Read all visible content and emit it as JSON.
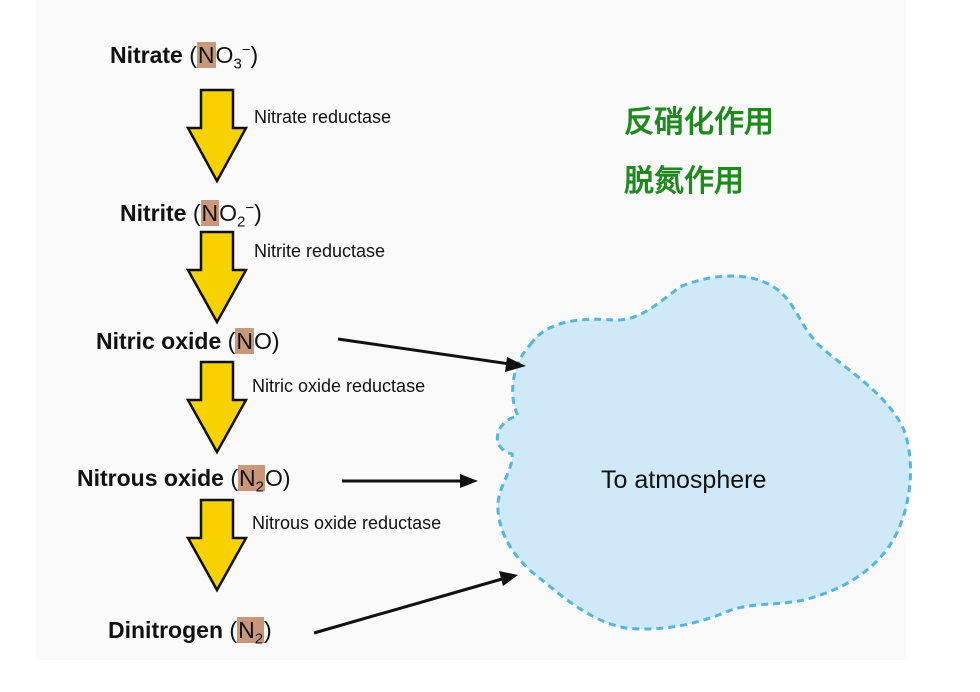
{
  "compounds": [
    {
      "name": "Nitrate",
      "open": "(",
      "n": "N",
      "rest": "O",
      "sub": "3",
      "sup": "−",
      "close": ")"
    },
    {
      "name": "Nitrite",
      "open": "(",
      "n": "N",
      "rest": "O",
      "sub": "2",
      "sup": "−",
      "close": ")"
    },
    {
      "name": "Nitric oxide",
      "open": "(",
      "n": "N",
      "rest": "O",
      "sub": "",
      "sup": "",
      "close": ")"
    },
    {
      "name": "Nitrous oxide",
      "open": "(",
      "n": "N",
      "sub": "2",
      "rest": "O",
      "close": ")"
    },
    {
      "name": "Dinitrogen",
      "open": "(",
      "n": "N",
      "sub": "2",
      "close": ")"
    }
  ],
  "enzymes": [
    "Nitrate  reductase",
    "Nitrite  reductase",
    "Nitric oxide  reductase",
    "Nitrous oxide reductase"
  ],
  "chinese": {
    "line1": "反硝化作用",
    "line2": "脱氮作用"
  },
  "cloud": {
    "label": "To atmosphere"
  },
  "colors": {
    "arrow_fill": "#f7d100",
    "arrow_stroke": "#111111",
    "highlight": "#c9977a",
    "cloud_fill": "#cfe9f9",
    "cloud_border": "#56b4de",
    "chinese_text": "#1e8a1e"
  }
}
